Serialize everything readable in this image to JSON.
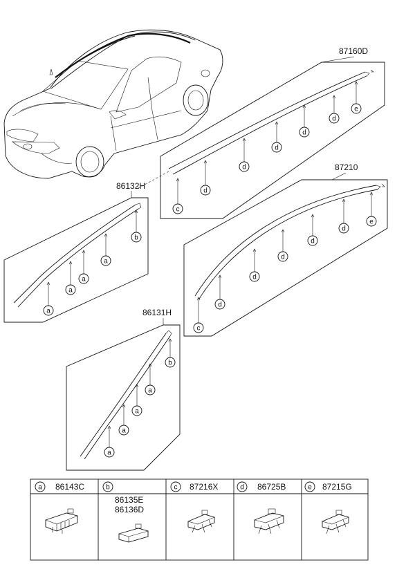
{
  "parts": {
    "p87160d": "87160D",
    "p86132h": "86132H",
    "p87210": "87210",
    "p86131h": "86131H"
  },
  "callouts": {
    "a": "a",
    "b": "b",
    "c": "c",
    "d": "d",
    "e": "e"
  },
  "legend": [
    {
      "letter": "a",
      "part": "86143C"
    },
    {
      "letter": "b",
      "part": "86135E",
      "part2": "86136D"
    },
    {
      "letter": "c",
      "part": "87216X"
    },
    {
      "letter": "d",
      "part": "86725B"
    },
    {
      "letter": "e",
      "part": "87215G"
    }
  ]
}
